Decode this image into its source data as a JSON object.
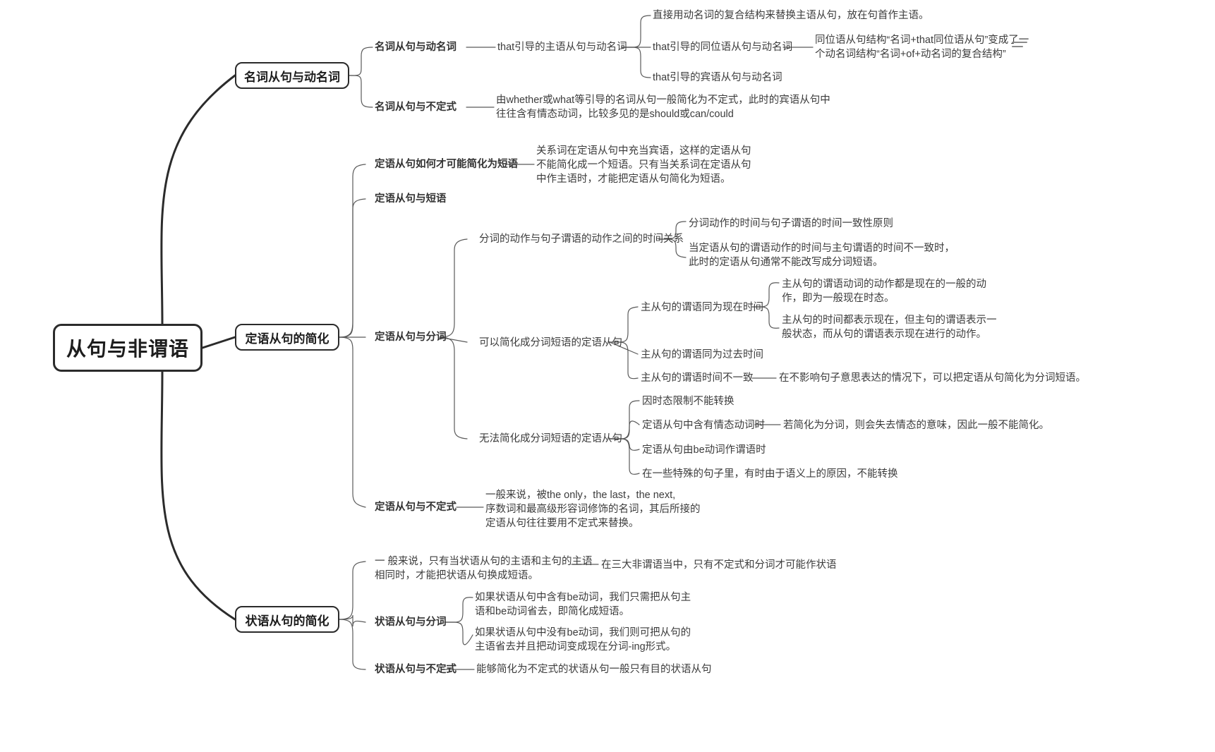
{
  "root": {
    "label": "从句与非谓语"
  },
  "icons": {
    "menu": "hamburger-menu-icon"
  },
  "colors": {
    "stroke_dark": "#2b2b2b",
    "stroke_light": "#8a8a8a",
    "text": "#3c3c3c",
    "bg": "#ffffff"
  },
  "branches": [
    {
      "id": "noun-clause",
      "label": "名词从句与动名词",
      "children": [
        {
          "label": "名词从句与动名词",
          "children": [
            {
              "label": "that引导的主语从句与动名词",
              "children": [
                {
                  "label": "直接用动名词的复合结构来替换主语从句，放在句首作主语。",
                  "children": []
                },
                {
                  "label": "that引导的同位语从句与动名词",
                  "children": [
                    {
                      "label": "同位语从句结构“名词+that同位语从句”变成了一\n个动名词结构“名词+of+动名词的复合结构”",
                      "children": []
                    }
                  ]
                },
                {
                  "label": "that引导的宾语从句与动名词",
                  "children": []
                }
              ]
            }
          ]
        },
        {
          "label": "名词从句与不定式",
          "children": [
            {
              "label": "由whether或what等引导的名词从句一般简化为不定式，此时的宾语从句中\n往往含有情态动词，比较多见的是should或can/could",
              "children": []
            }
          ]
        }
      ]
    },
    {
      "id": "attributive-clause",
      "label": "定语从句的简化",
      "children": [
        {
          "label": "定语从句如何才可能简化为短语",
          "children": [
            {
              "label": "关系词在定语从句中充当宾语，这样的定语从句\n不能简化成一个短语。只有当关系词在定语从句\n中作主语时，才能把定语从句简化为短语。",
              "children": []
            }
          ]
        },
        {
          "label": "定语从句与短语",
          "children": []
        },
        {
          "label": "定语从句与分词",
          "children": [
            {
              "label": "分词的动作与句子谓语的动作之间的时间关系",
              "children": [
                {
                  "label": "分词动作的时间与句子谓语的时间一致性原则",
                  "children": []
                },
                {
                  "label": "当定语从句的谓语动作的时间与主句谓语的时间不一致时，\n此时的定语从句通常不能改写成分词短语。",
                  "children": []
                }
              ]
            },
            {
              "label": "可以简化成分词短语的定语从句",
              "children": [
                {
                  "label": "主从句的谓语同为现在时间",
                  "children": [
                    {
                      "label": "主从句的谓语动词的动作都是现在的一般的动\n作，即为一般现在时态。",
                      "children": []
                    },
                    {
                      "label": "主从句的时间都表示现在，但主句的谓语表示一\n般状态，而从句的谓语表示现在进行的动作。",
                      "children": []
                    }
                  ]
                },
                {
                  "label": "主从句的谓语同为过去时间",
                  "children": []
                },
                {
                  "label": "主从句的谓语时间不一致",
                  "children": [
                    {
                      "label": "在不影响句子意思表达的情况下，可以把定语从句简化为分词短语。",
                      "children": []
                    }
                  ]
                }
              ]
            },
            {
              "label": "无法简化成分词短语的定语从句",
              "children": [
                {
                  "label": "因时态限制不能转换",
                  "children": []
                },
                {
                  "label": "定语从句中含有情态动词时",
                  "children": [
                    {
                      "label": "若简化为分词，则会失去情态的意味，因此一般不能简化。",
                      "children": []
                    }
                  ]
                },
                {
                  "label": "定语从句由be动词作谓语时",
                  "children": []
                },
                {
                  "label": "在一些特殊的句子里，有时由于语义上的原因，不能转换",
                  "children": []
                }
              ]
            }
          ]
        },
        {
          "label": "定语从句与不定式",
          "children": [
            {
              "label": "一般来说，被the only，the last，the next,\n序数词和最高级形容词修饰的名词，其后所接的\n定语从句往往要用不定式来替换。",
              "children": []
            }
          ]
        }
      ]
    },
    {
      "id": "adverbial-clause",
      "label": "状语从句的简化",
      "children": [
        {
          "label": "一 般来说，只有当状语从句的主语和主句的主语\n相同时，才能把状语从句换成短语。",
          "children": [
            {
              "label": "在三大非谓语当中，只有不定式和分词才可能作状语",
              "children": []
            }
          ]
        },
        {
          "label": "状语从句与分词",
          "children": [
            {
              "label": "如果状语从句中含有be动词，我们只需把从句主\n语和be动词省去，即简化成短语。",
              "children": []
            },
            {
              "label": "如果状语从句中没有be动词，我们则可把从句的\n主语省去并且把动词变成现在分词-ing形式。",
              "children": []
            }
          ]
        },
        {
          "label": "状语从句与不定式",
          "children": [
            {
              "label": "能够简化为不定式的状语从句一般只有目的状语从句",
              "children": []
            }
          ]
        }
      ]
    }
  ],
  "nodes": {
    "n_noun_gerund": "名词从句与动名词",
    "n_that_subj": "that引导的主语从句与动名词",
    "n_direct_gerund": "直接用动名词的复合结构来替换主语从句，放在句首作主语。",
    "n_that_appos": "that引导的同位语从句与动名词",
    "n_appos_detail": "同位语从句结构“名词+that同位语从句”变成了一\n个动名词结构“名词+of+动名词的复合结构”",
    "n_that_obj": "that引导的宾语从句与动名词",
    "n_noun_inf": "名词从句与不定式",
    "n_noun_inf_detail": "由whether或what等引导的名词从句一般简化为不定式，此时的宾语从句中\n往往含有情态动词，比较多见的是should或can/could",
    "n_attr_how": "定语从句如何才可能简化为短语",
    "n_attr_how_detail": "关系词在定语从句中充当宾语，这样的定语从句\n不能简化成一个短语。只有当关系词在定语从句\n中作主语时，才能把定语从句简化为短语。",
    "n_attr_phrase": "定语从句与短语",
    "n_attr_participle": "定语从句与分词",
    "n_time_relation": "分词的动作与句子谓语的动作之间的时间关系",
    "n_time_consistency": "分词动作的时间与句子谓语的时间一致性原则",
    "n_time_inconsistent": "当定语从句的谓语动作的时间与主句谓语的时间不一致时，\n此时的定语从句通常不能改写成分词短语。",
    "n_can_simplify": "可以简化成分词短语的定语从句",
    "n_both_present": "主从句的谓语同为现在时间",
    "n_both_present_d1": "主从句的谓语动词的动作都是现在的一般的动\n作，即为一般现在时态。",
    "n_both_present_d2": "主从句的时间都表示现在，但主句的谓语表示一\n般状态，而从句的谓语表示现在进行的动作。",
    "n_both_past": "主从句的谓语同为过去时间",
    "n_time_differ": "主从句的谓语时间不一致",
    "n_time_differ_d": "在不影响句子意思表达的情况下，可以把定语从句简化为分词短语。",
    "n_cannot_simplify": "无法简化成分词短语的定语从句",
    "n_tense_limit": "因时态限制不能转换",
    "n_modal_verb": "定语从句中含有情态动词时",
    "n_modal_verb_d": "若简化为分词，则会失去情态的意味，因此一般不能简化。",
    "n_be_predicate": "定语从句由be动词作谓语时",
    "n_special_sentence": "在一些特殊的句子里，有时由于语义上的原因，不能转换",
    "n_attr_inf": "定语从句与不定式",
    "n_attr_inf_detail": "一般来说，被the only，the last，the next,\n序数词和最高级形容词修饰的名词，其后所接的\n定语从句往往要用不定式来替换。",
    "n_adv_general": "一 般来说，只有当状语从句的主语和主句的主语\n相同时，才能把状语从句换成短语。",
    "n_adv_general_d": "在三大非谓语当中，只有不定式和分词才可能作状语",
    "n_adv_participle": "状语从句与分词",
    "n_adv_part_d1": "如果状语从句中含有be动词，我们只需把从句主\n语和be动词省去，即简化成短语。",
    "n_adv_part_d2": "如果状语从句中没有be动词，我们则可把从句的\n主语省去并且把动词变成现在分词-ing形式。",
    "n_adv_inf": "状语从句与不定式",
    "n_adv_inf_d": "能够简化为不定式的状语从句一般只有目的状语从句"
  }
}
